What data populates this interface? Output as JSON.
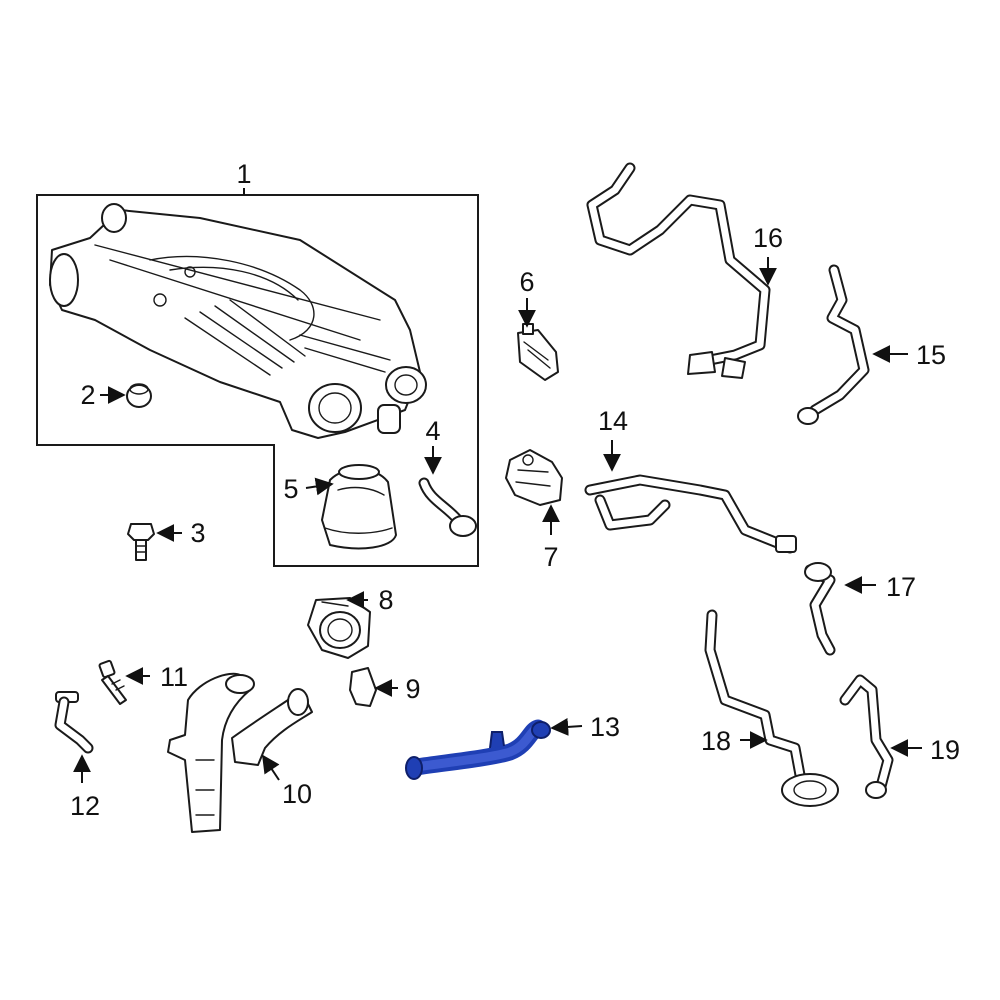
{
  "highlight_color": "#1f3fb4",
  "callouts": {
    "c1": "1",
    "c2": "2",
    "c3": "3",
    "c4": "4",
    "c5": "5",
    "c6": "6",
    "c7": "7",
    "c8": "8",
    "c9": "9",
    "c10": "10",
    "c11": "11",
    "c12": "12",
    "c13": "13",
    "c14": "14",
    "c15": "15",
    "c16": "16",
    "c17": "17",
    "c18": "18",
    "c19": "19"
  },
  "highlighted_part": "13"
}
